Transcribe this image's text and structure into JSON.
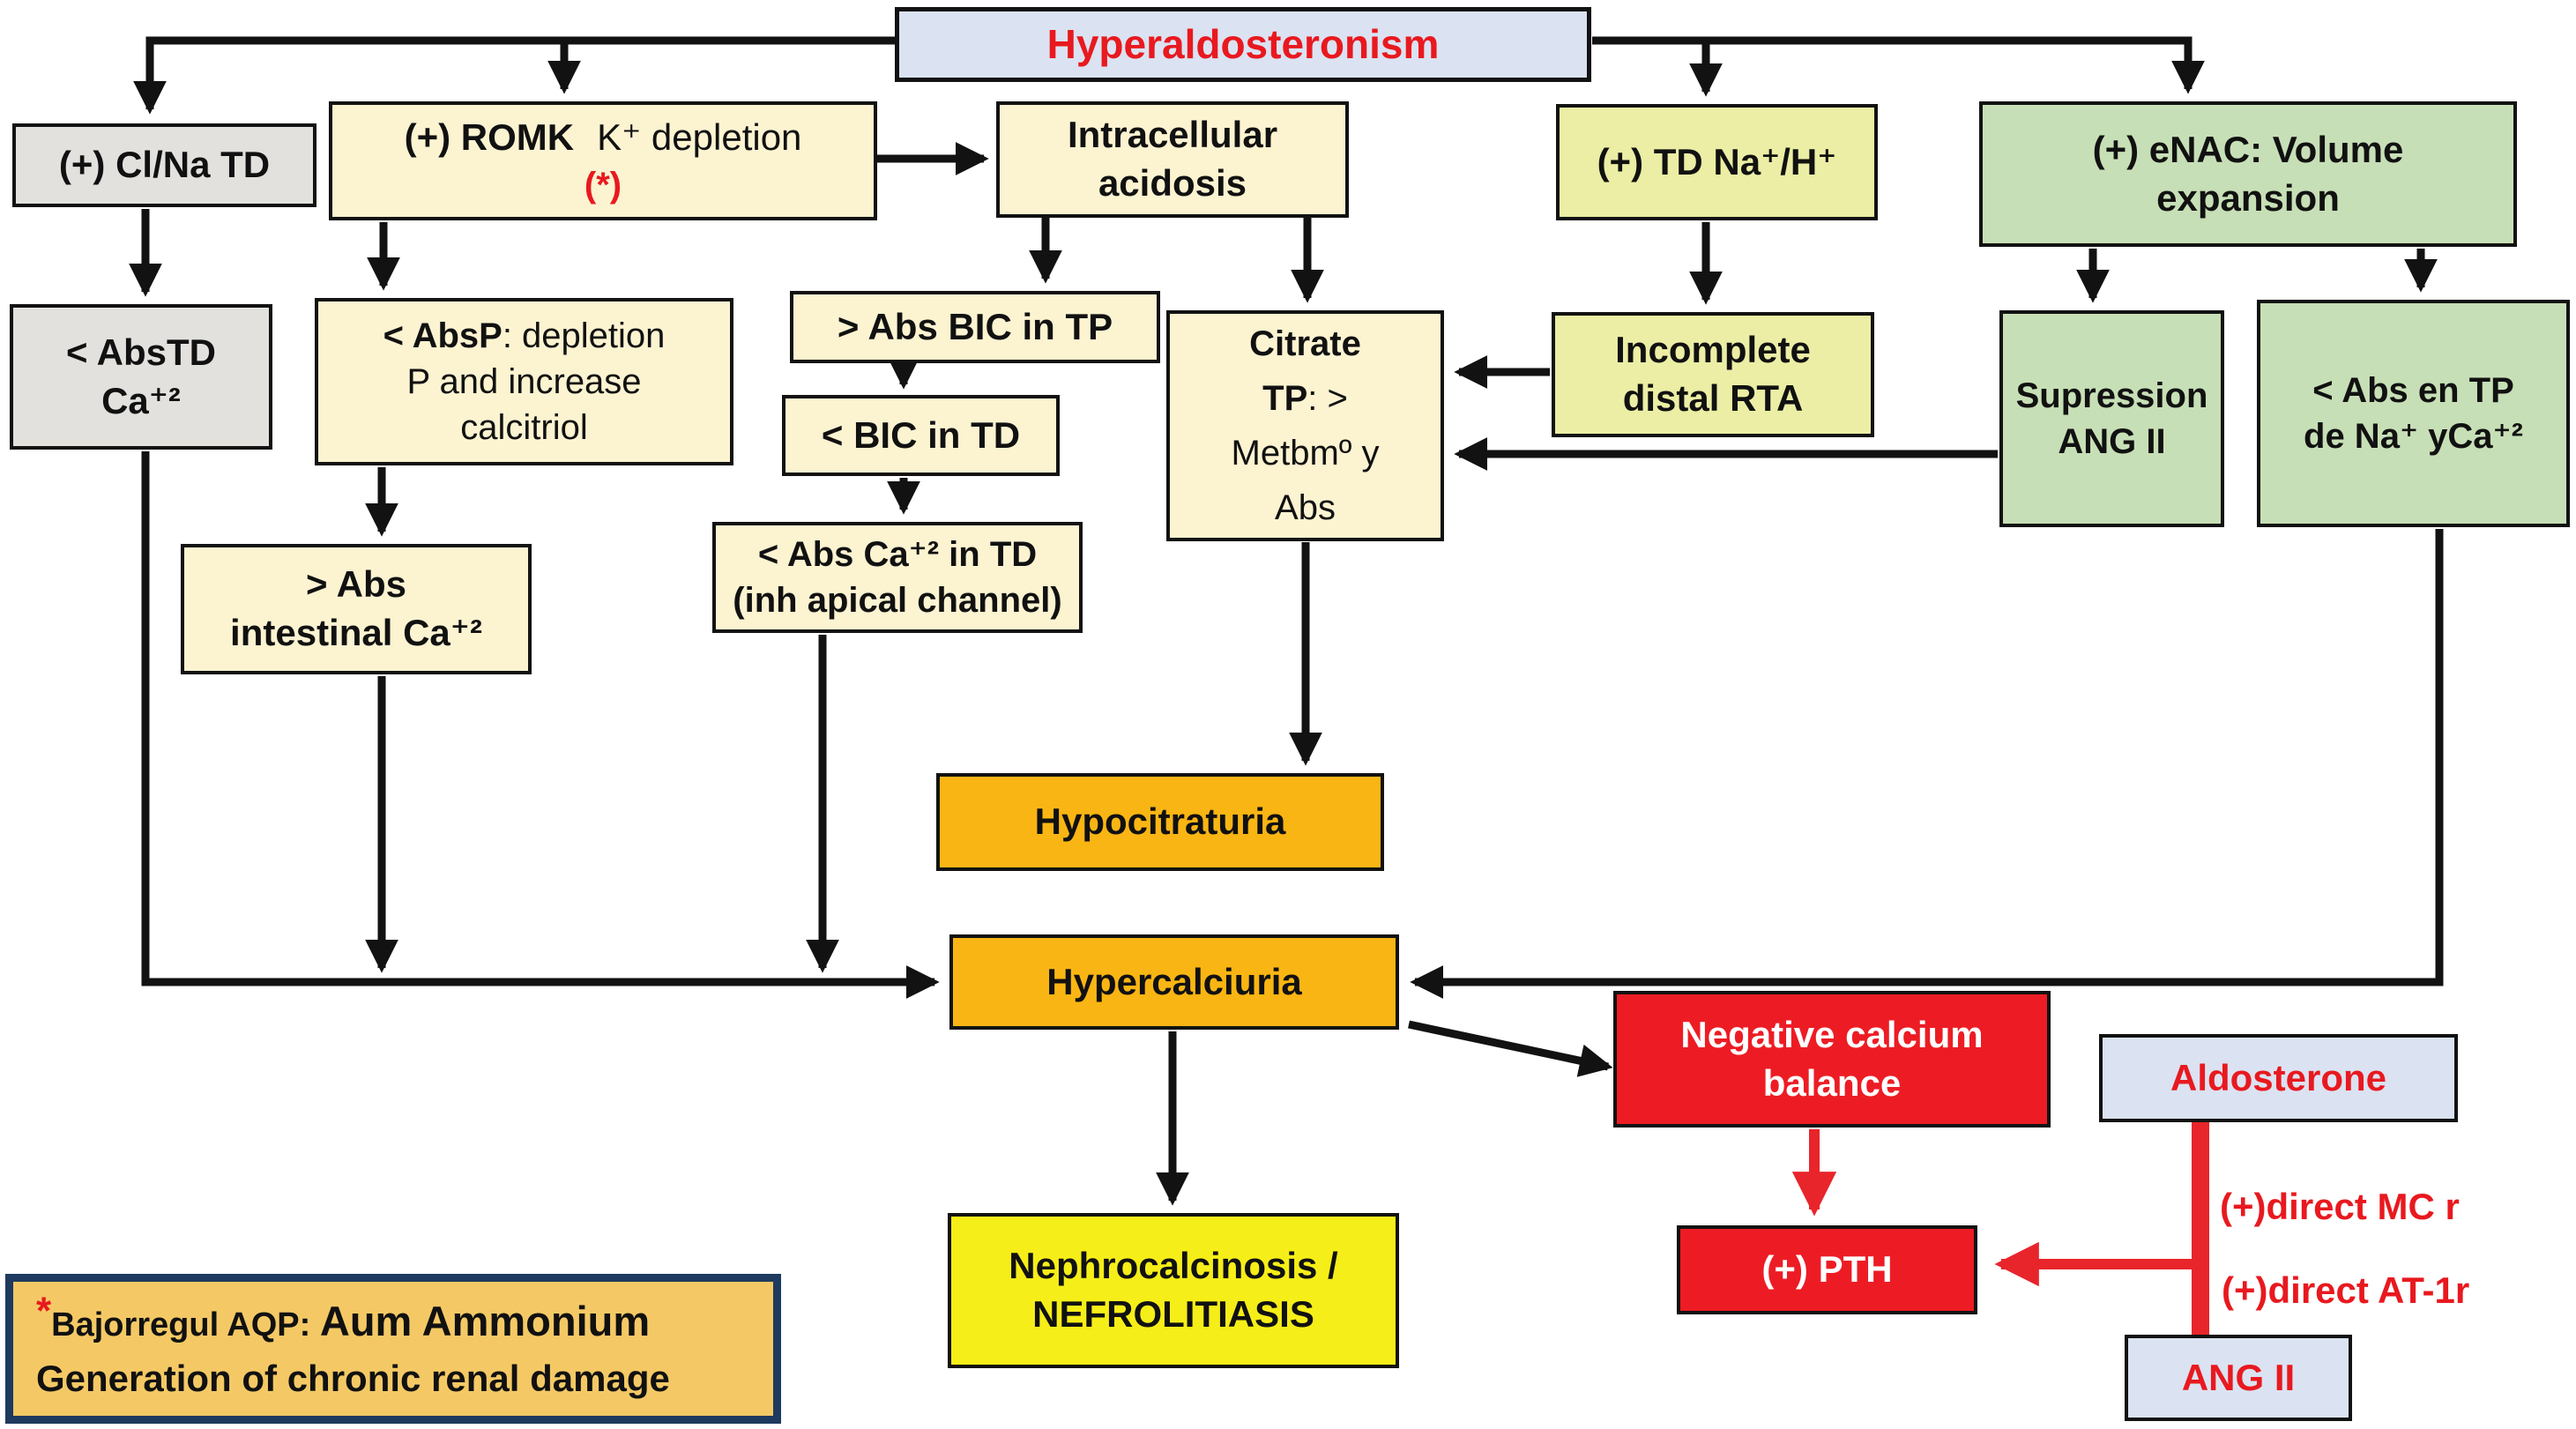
{
  "title": "Hyperaldosteronism pathophysiology flowchart",
  "palette": {
    "banner_fill": "#dbe2f1",
    "grey_fill": "#e2e1de",
    "cream_fill": "#fcf3d1",
    "yellow_green_fill": "#ebeea4",
    "green_fill": "#c7dfb6",
    "orange_fill": "#f9b513",
    "red_fill": "#ed1c24",
    "bright_yellow_fill": "#f6ee18",
    "footnote_fill": "#f4c965",
    "footnote_border": "#1e3a5e",
    "red_text": "#e8191f",
    "arrow_black": "#121212",
    "arrow_red": "#e8252a"
  },
  "nodes": {
    "hyperaldosteronism": {
      "label": "Hyperaldosteronism"
    },
    "clna": {
      "label": "(+) Cl/Na TD"
    },
    "romk": {
      "label_bold": "(+) ROMK",
      "label_rest": "K⁺ depletion",
      "footnote_mark": "(*)"
    },
    "acidosis": {
      "line1": "Intracellular",
      "line2": "acidosis"
    },
    "tdnah": {
      "label": "(+) TD Na⁺/H⁺"
    },
    "enac": {
      "line1": "(+) eNAC: Volume",
      "line2": "expansion"
    },
    "abstd": {
      "line1": "< AbsTD",
      "line2": "Ca⁺²"
    },
    "absp": {
      "line1_bold": "< AbsP",
      "line1_rest": " : depletion",
      "line2": "P and increase",
      "line3": "calcitriol"
    },
    "absbic": {
      "label": "> Abs BIC in TP"
    },
    "bictd": {
      "label": "< BIC in TD"
    },
    "abscatd": {
      "line1": "< Abs Ca⁺² in TD",
      "line2": "(inh apical channel)"
    },
    "absint": {
      "line1": "> Abs",
      "line2": "intestinal Ca⁺²"
    },
    "citrate": {
      "line1": "Citrate",
      "line2_bold": "TP",
      "line2_rest": ": >",
      "line3": "Metbmº y",
      "line4": "Abs"
    },
    "rta": {
      "line1": "Incomplete",
      "line2": "distal RTA"
    },
    "supression": {
      "line1": "Supression",
      "line2": "ANG II"
    },
    "absentp": {
      "line1": "< Abs en TP",
      "line2": "de Na⁺ yCa⁺²"
    },
    "hypocitraturia": {
      "label": "Hypocitraturia"
    },
    "hypercalciuria": {
      "label": "Hypercalciuria"
    },
    "negative_calcium": {
      "line1": "Negative calcium",
      "line2": "balance"
    },
    "aldosterone": {
      "label": "Aldosterone"
    },
    "pth": {
      "label": "(+) PTH"
    },
    "angii": {
      "label": "ANG II"
    },
    "nephro": {
      "line1": "Nephrocalcinosis /",
      "line2": "NEFROLITIASIS"
    },
    "mc_label": "(+)direct MC r",
    "at1_label": "(+)direct AT-1r",
    "footnote": {
      "mark": "*",
      "line1_a": "Bajorregul  AQP: ",
      "line1_b": "Aum Ammonium",
      "line2": "Generation of chronic renal damage"
    }
  }
}
